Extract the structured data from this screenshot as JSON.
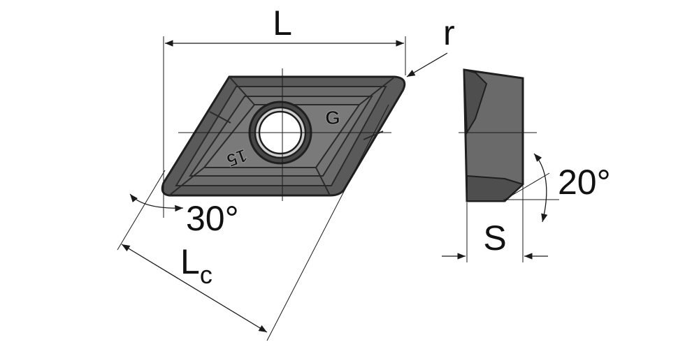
{
  "labels": {
    "length": "L",
    "radius": "r",
    "angle_left": "30°",
    "edge_length_main": "L",
    "edge_length_sub": "c",
    "clearance_angle": "20°",
    "thickness": "S"
  },
  "insert_marks": {
    "grade": "G",
    "size": "15"
  },
  "colors": {
    "body_dark": "#5a5a5a",
    "body_face": "#707070",
    "edge": "#1f1f1f",
    "line": "#1a1a1a"
  }
}
